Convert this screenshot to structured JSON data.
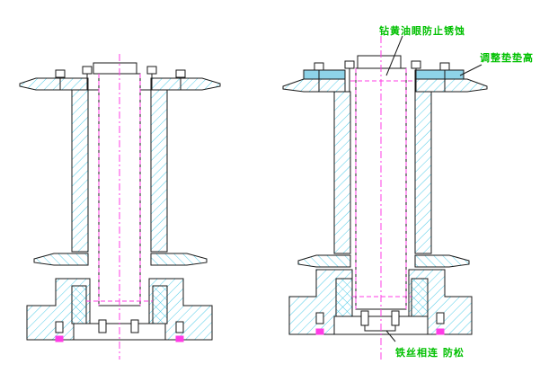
{
  "colors": {
    "outline": "#1a1a1a",
    "hatch": "#3cc6e6",
    "centerline": "#ff3ce6",
    "annotation": "#00c000",
    "shim": "#8ed3e8"
  },
  "icons": {
    "hatch-pattern": "diagonal-hatch",
    "bolt": "hex-bolt",
    "leader": "leader-line"
  },
  "annotations": {
    "grease_hole": "钻黄油眼防止锈蚀",
    "shim_adjust": "调整垫垫高",
    "wire_lock": "铁丝相连 防松"
  }
}
